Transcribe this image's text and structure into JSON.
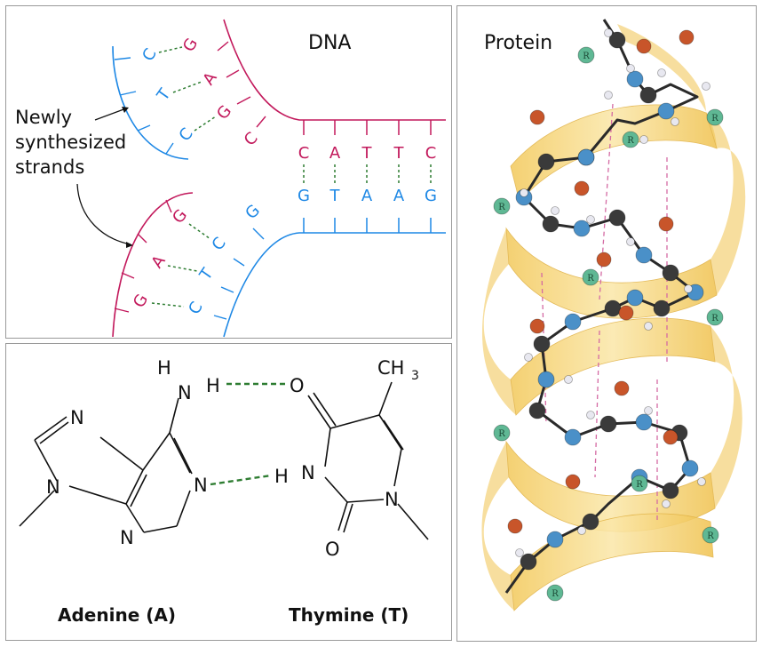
{
  "dna_panel": {
    "title": "DNA",
    "annotation_lines": [
      "Newly",
      "synthesized",
      "strands"
    ],
    "paired_top": [
      "C",
      "A",
      "T",
      "T",
      "C"
    ],
    "paired_bottom": [
      "G",
      "T",
      "A",
      "A",
      "G"
    ],
    "upper_fork_old": [
      "G",
      "A",
      "G",
      "C"
    ],
    "upper_fork_new": [
      "C",
      "T",
      "C"
    ],
    "lower_fork_old": [
      "G",
      "A",
      "G"
    ],
    "lower_fork_new": [
      "G",
      "C",
      "T",
      "C"
    ],
    "colors": {
      "template_strand": "#c2185b",
      "new_strand": "#1e88e5",
      "pair_line": "#2e7d32"
    }
  },
  "pair_panel": {
    "adenine": {
      "label": "Adenine (A)",
      "atoms": {
        "h1": "H",
        "n_amino": "N",
        "h_amino": "H",
        "n7": "N",
        "n9": "N",
        "n1": "N",
        "n3": "N"
      }
    },
    "thymine": {
      "label": "Thymine (T)",
      "atoms": {
        "ch3": "CH",
        "sub": "3",
        "o4": "O",
        "h3": "H",
        "n3": "N",
        "n1": "N",
        "o2": "O"
      }
    },
    "colors": {
      "hbond": "#2e7d32"
    }
  },
  "protein_panel": {
    "title": "Protein",
    "residue_label": "R",
    "colors": {
      "ribbon": "#f7d77a",
      "carbon": "#3a3a3a",
      "nitrogen": "#4a90c8",
      "oxygen": "#c8552a",
      "r_group": "#5fb894",
      "hydrogen": "#e8e8f0",
      "hbond": "#d46aa3"
    }
  }
}
